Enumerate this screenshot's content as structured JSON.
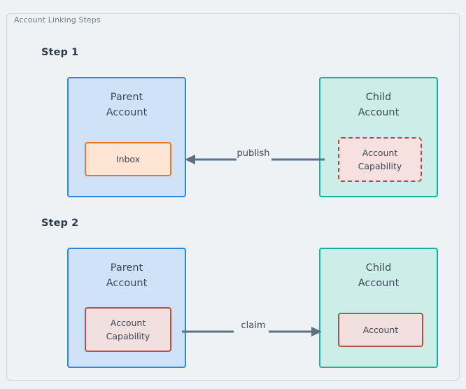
{
  "frame": {
    "title": "Account Linking Steps"
  },
  "steps": [
    {
      "label": "Step 1",
      "parent": {
        "title_line1": "Parent",
        "title_line2": "Account",
        "inner": {
          "line1": "Inbox",
          "line2": ""
        }
      },
      "child": {
        "title_line1": "Child",
        "title_line2": "Account",
        "inner": {
          "line1": "Account",
          "line2": "Capability"
        }
      },
      "connector": {
        "label": "publish",
        "direction": "left"
      }
    },
    {
      "label": "Step 2",
      "parent": {
        "title_line1": "Parent",
        "title_line2": "Account",
        "inner": {
          "line1": "Account",
          "line2": "Capability"
        }
      },
      "child": {
        "title_line1": "Child",
        "title_line2": "Account",
        "inner": {
          "line1": "Account",
          "line2": ""
        }
      },
      "connector": {
        "label": "claim",
        "direction": "right"
      }
    }
  ],
  "colors": {
    "page_background": "#eef2f5",
    "frame_border": "#ccd5de",
    "frame_title_text": "#70808f",
    "step_label_text": "#2d3a4b",
    "parent_fill": "#cfe2f7",
    "parent_border": "#2e86de",
    "child_fill": "#cdeee8",
    "child_border": "#16b2a0",
    "inbox_fill": "#fce5d2",
    "inbox_border": "#e2792a",
    "capability_fill": "#f2e0e0",
    "capability_border": "#b5504c",
    "arrow": "#5d7086",
    "body_text": "#3c4a5a"
  }
}
